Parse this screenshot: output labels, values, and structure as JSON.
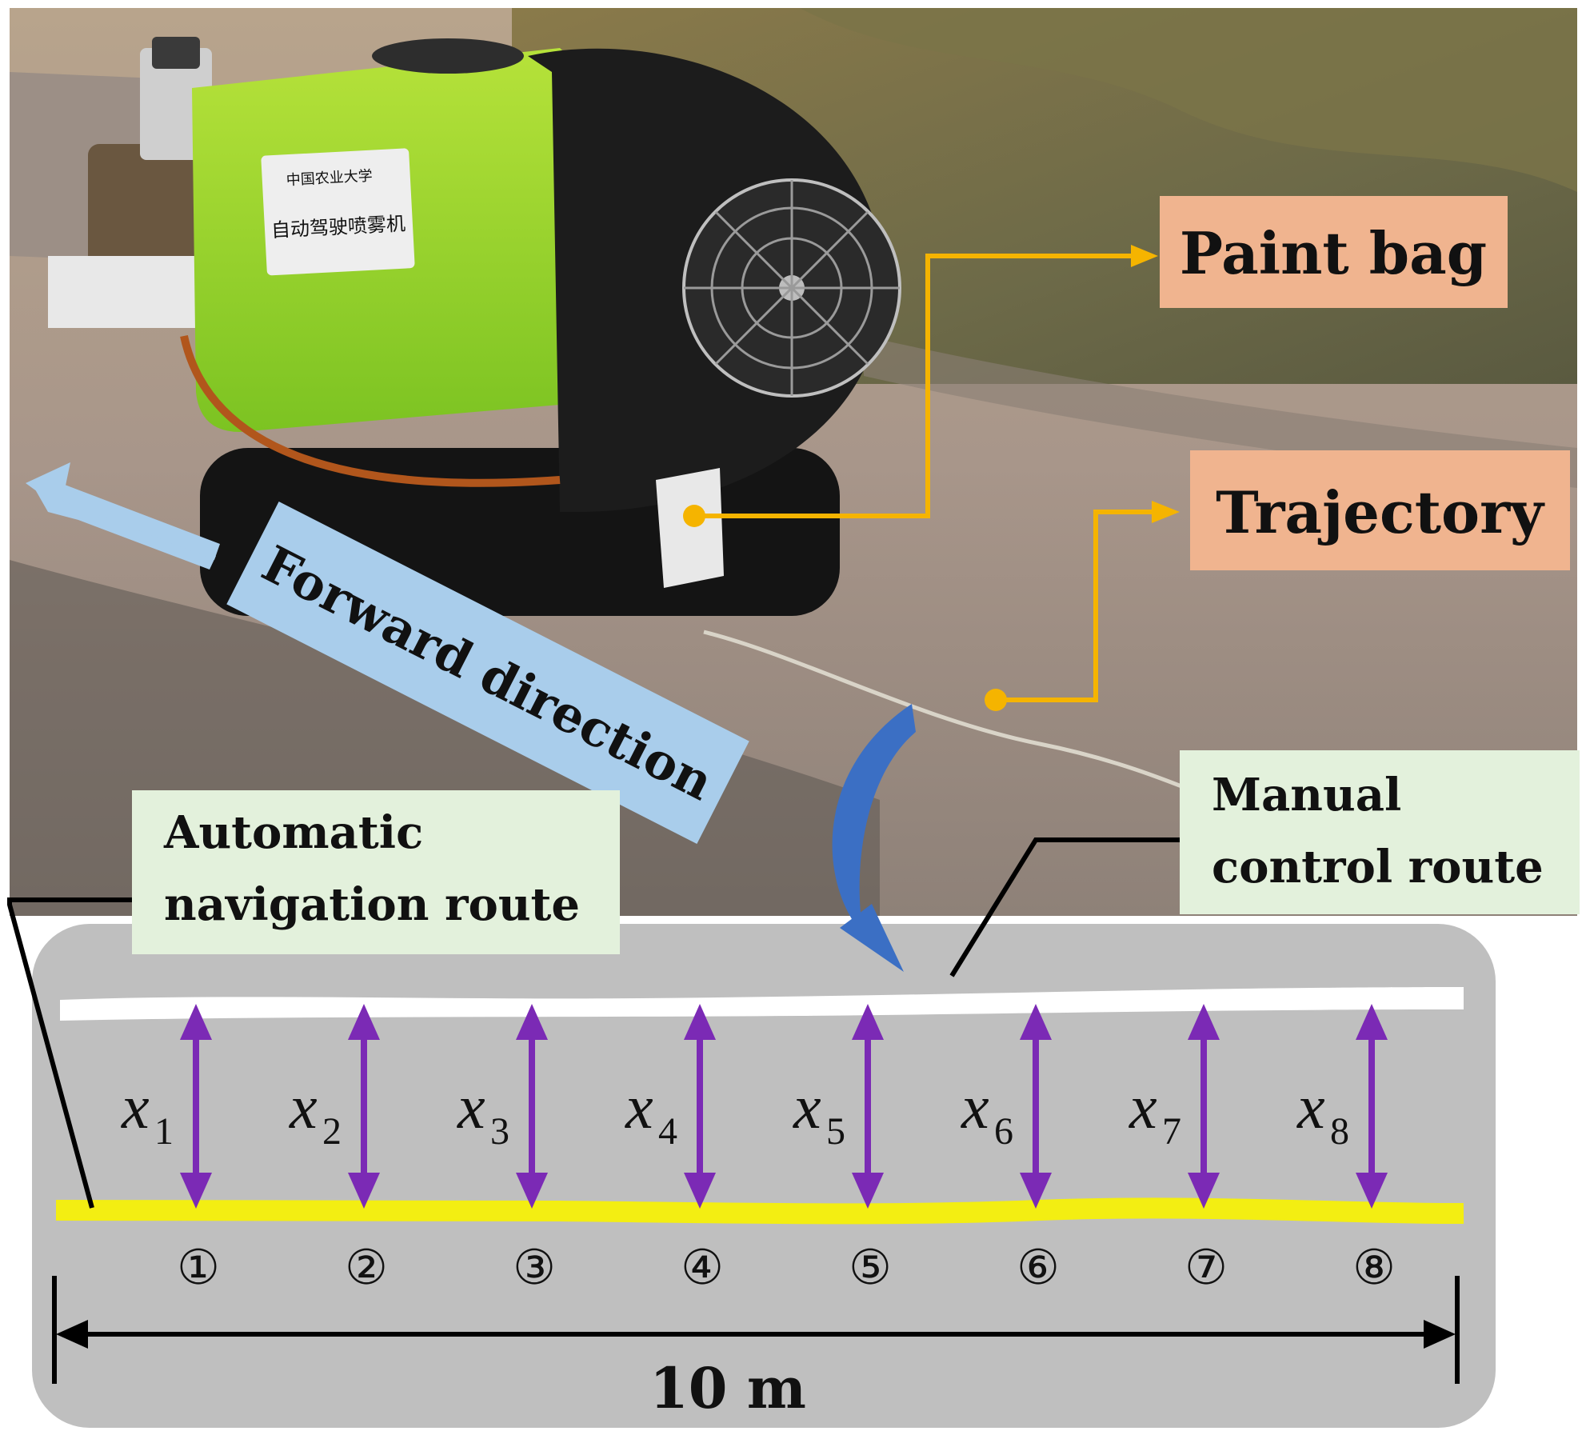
{
  "labels": {
    "paint_bag": "Paint bag",
    "trajectory": "Trajectory",
    "forward_direction": "Forward direction",
    "automatic_route": [
      "Automatic",
      "navigation route"
    ],
    "manual_route": [
      "Manual",
      "control route"
    ],
    "sprayer_plate": [
      "中国农业大学",
      "自动驾驶喷雾机"
    ],
    "length": "10 m"
  },
  "measurements": [
    {
      "var": "x",
      "sub": "1",
      "point": "①"
    },
    {
      "var": "x",
      "sub": "2",
      "point": "②"
    },
    {
      "var": "x",
      "sub": "3",
      "point": "③"
    },
    {
      "var": "x",
      "sub": "4",
      "point": "④"
    },
    {
      "var": "x",
      "sub": "5",
      "point": "⑤"
    },
    {
      "var": "x",
      "sub": "6",
      "point": "⑥"
    },
    {
      "var": "x",
      "sub": "7",
      "point": "⑦"
    },
    {
      "var": "x",
      "sub": "8",
      "point": "⑧"
    }
  ],
  "colors": {
    "label_box_orange": "#f0b48f",
    "label_box_green": "#e3f1dc",
    "forward_box_blue": "#a9cdeb",
    "callout_line": "#f5b400",
    "measure_arrow": "#7b2ab5",
    "auto_route_line": "#f3ee12",
    "manual_route_line": "#ffffff",
    "track_panel": "#bfbfbf",
    "sprayer_tank": "#9fd62e"
  },
  "icons": [
    "forward-arrow-icon",
    "curved-arrow-icon",
    "fan-guard-icon"
  ]
}
